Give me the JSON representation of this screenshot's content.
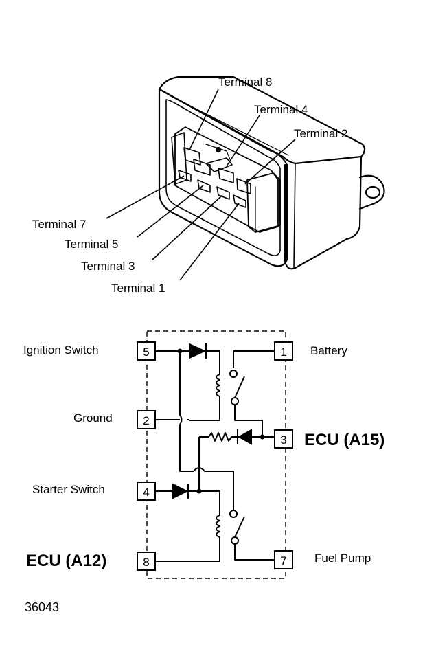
{
  "relay_view": {
    "callouts": {
      "t8": "Terminal 8",
      "t4": "Terminal 4",
      "t2": "Terminal 2",
      "t7": "Terminal 7",
      "t5": "Terminal 5",
      "t3": "Terminal 3",
      "t1": "Terminal 1"
    }
  },
  "schematic": {
    "labels": {
      "ignition_switch": "Ignition Switch",
      "ground": "Ground",
      "starter_switch": "Starter Switch",
      "ecu_a12": "ECU (A12)",
      "battery": "Battery",
      "ecu_a15": "ECU (A15)",
      "fuel_pump": "Fuel Pump"
    },
    "pins": {
      "p5": "5",
      "p2": "2",
      "p4": "4",
      "p8": "8",
      "p1": "1",
      "p3": "3",
      "p7": "7"
    }
  },
  "figure_number": "36043"
}
